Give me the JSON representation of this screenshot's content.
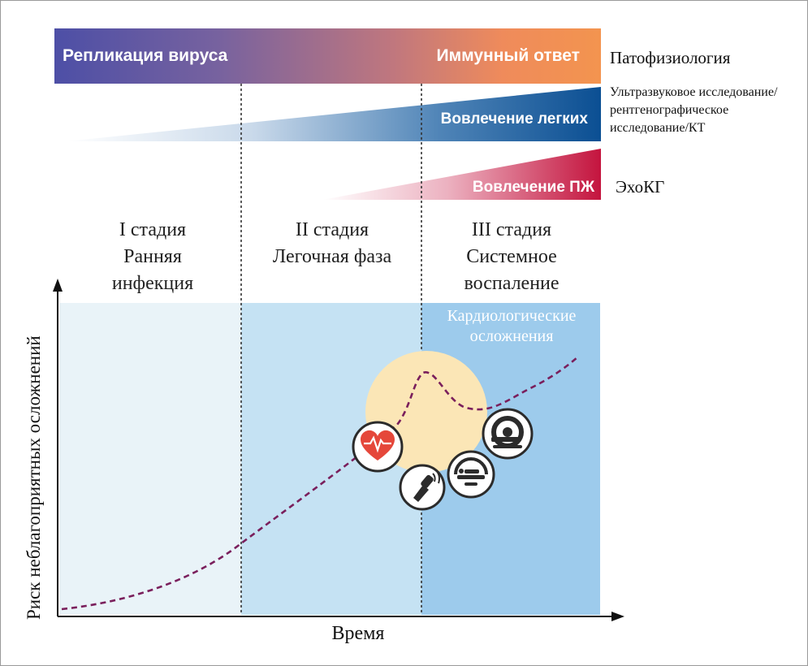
{
  "bars": {
    "pathophysiology": {
      "left_label": "Репликация вируса",
      "right_label": "Иммунный ответ",
      "side_label": "Патофизиология"
    },
    "lungs": {
      "label": "Вовлечение легких",
      "side_label_lines": [
        "Ультразвуковое исследование/",
        "рентгенографическое",
        "исследование/КТ"
      ]
    },
    "rv": {
      "label": "Вовлечение ПЖ",
      "side_label": "ЭхоКГ"
    }
  },
  "stages": [
    {
      "lines": [
        "I стадия",
        "Ранняя",
        "инфекция"
      ]
    },
    {
      "lines": [
        "II стадия",
        "Легочная фаза"
      ]
    },
    {
      "lines": [
        "III стадия",
        "Системное",
        "воспаление"
      ]
    }
  ],
  "cardio_label_lines": [
    "Кардиологические",
    "осложнения"
  ],
  "axes": {
    "y_label": "Риск неблагоприятных осложнений",
    "x_label": "Время"
  },
  "icons": [
    "heart-monitor-icon",
    "ultrasound-probe-icon",
    "patient-scan-icon",
    "mri-scanner-icon"
  ],
  "colors": {
    "virus_start": "#4d4fa6",
    "immune_end": "#f3944f",
    "lungs_wedge": "#0b4f93",
    "rv_wedge": "#c4143e",
    "stage1_bg": "#e9f3f8",
    "stage2_bg": "#c5e2f3",
    "stage3_bg": "#9dcbec",
    "risk_curve": "#7a1f5c",
    "highlight": "#fbe6b6",
    "heart_red": "#e5473a"
  }
}
